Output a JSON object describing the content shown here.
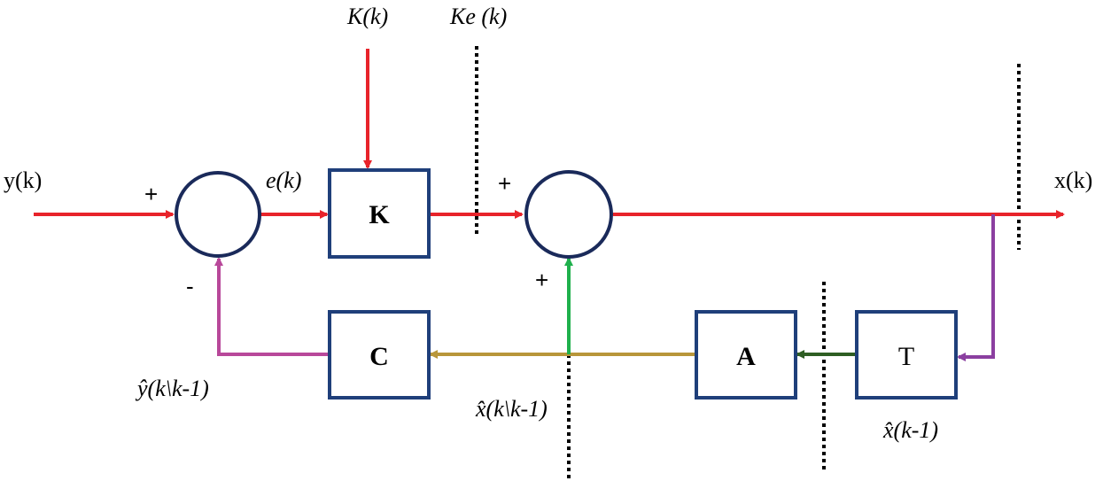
{
  "diagram": {
    "blocks": {
      "K": "K",
      "C": "C",
      "A": "A",
      "T": "T"
    },
    "signals": {
      "input_y": "y(k)",
      "error": "e(k)",
      "gain": "K(k)",
      "gain_error": "Ke (k)",
      "output_x": "x(k)",
      "y_hat": "ŷ(k\\k-1)",
      "x_hat_pred": "x̂(k\\k-1)",
      "x_hat_prev": "x̂(k-1)"
    },
    "signs": {
      "sum1_plus": "+",
      "sum1_minus": "-",
      "sum2_plus_top": "+",
      "sum2_plus_bottom": "+"
    },
    "colors": {
      "forward_path": "#e8232a",
      "feedback_output": "#8b3fa0",
      "state_after_T": "#2e5e23",
      "predicted_state": "#b8963a",
      "predicted_output": "#b8489a",
      "prediction_to_sum": "#1fb04c",
      "block_border": "#1f3f7a",
      "divider": "#000000"
    }
  }
}
